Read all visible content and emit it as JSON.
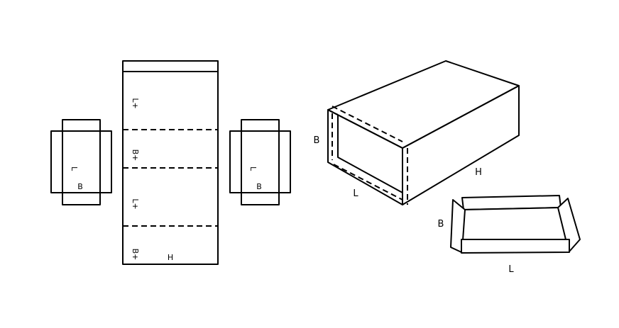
{
  "colors": {
    "stroke": "#000000",
    "background": "#ffffff"
  },
  "sleeve_net": {
    "panel_labels": [
      "L+",
      "B+",
      "L+",
      "B+"
    ],
    "height_label": "H"
  },
  "tray_blank_left": {
    "length_label": "L",
    "width_label": "B"
  },
  "tray_blank_right": {
    "length_label": "L",
    "width_label": "B"
  },
  "sleeve_3d": {
    "width_label": "B",
    "length_label": "L",
    "height_label": "H"
  },
  "open_tray_3d": {
    "width_label": "B",
    "length_label": "L"
  }
}
